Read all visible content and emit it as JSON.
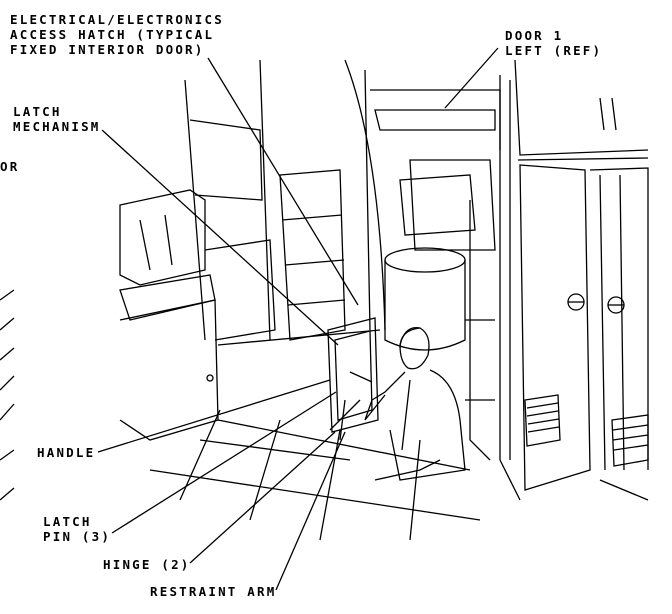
{
  "callouts": {
    "access_hatch": [
      "ELECTRICAL/ELECTRONICS",
      "ACCESS HATCH (TYPICAL",
      "FIXED INTERIOR DOOR)"
    ],
    "door1": [
      "DOOR 1",
      "LEFT (REF)"
    ],
    "latch_mechanism": [
      "LATCH",
      "MECHANISM"
    ],
    "partial_left": "OR",
    "handle": "HANDLE",
    "latch_pin": [
      "LATCH",
      "PIN (3)"
    ],
    "hinge": "HINGE (2)",
    "restraint_arm": "RESTRAINT ARM"
  }
}
